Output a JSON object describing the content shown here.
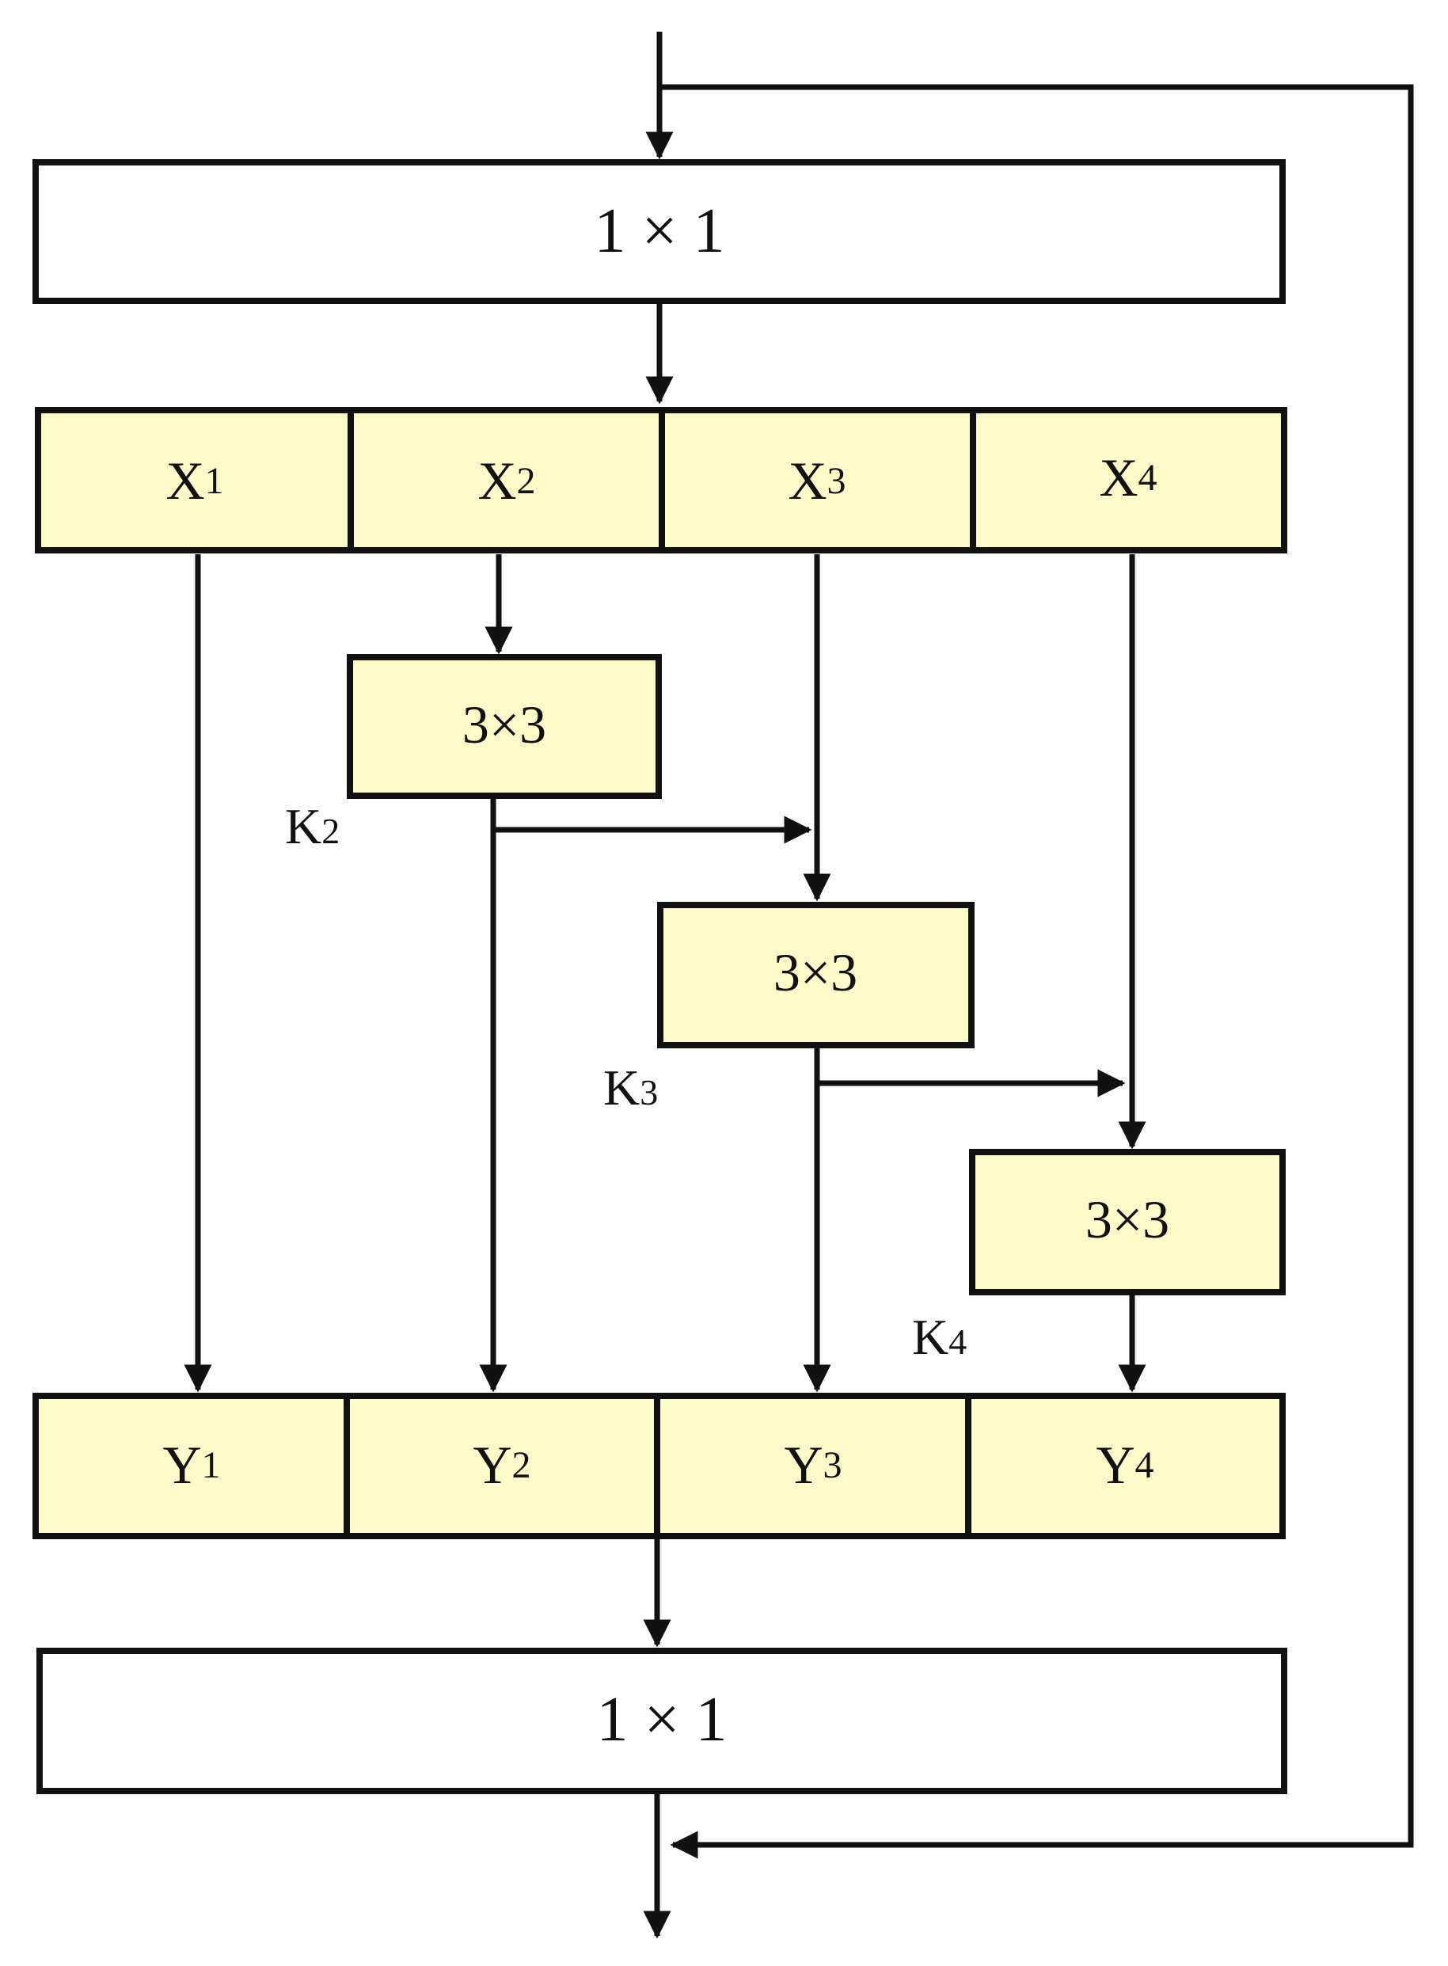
{
  "blocks": {
    "conv_in": "1 × 1",
    "conv_out": "1 × 1",
    "conv_k2": "3×3",
    "conv_k3": "3×3",
    "conv_k4": "3×3"
  },
  "inputs": [
    {
      "letter": "X",
      "index": "1"
    },
    {
      "letter": "X",
      "index": "2"
    },
    {
      "letter": "X",
      "index": "3"
    },
    {
      "letter": "X",
      "index": "4"
    }
  ],
  "outputs": [
    {
      "letter": "Y",
      "index": "1"
    },
    {
      "letter": "Y",
      "index": "2"
    },
    {
      "letter": "Y",
      "index": "3"
    },
    {
      "letter": "Y",
      "index": "4"
    }
  ],
  "kernels": [
    {
      "letter": "K",
      "index": "2"
    },
    {
      "letter": "K",
      "index": "3"
    },
    {
      "letter": "K",
      "index": "4"
    }
  ],
  "colors": {
    "split_fill": "#fdfbc9",
    "stroke": "#111111",
    "background": "#ffffff"
  }
}
